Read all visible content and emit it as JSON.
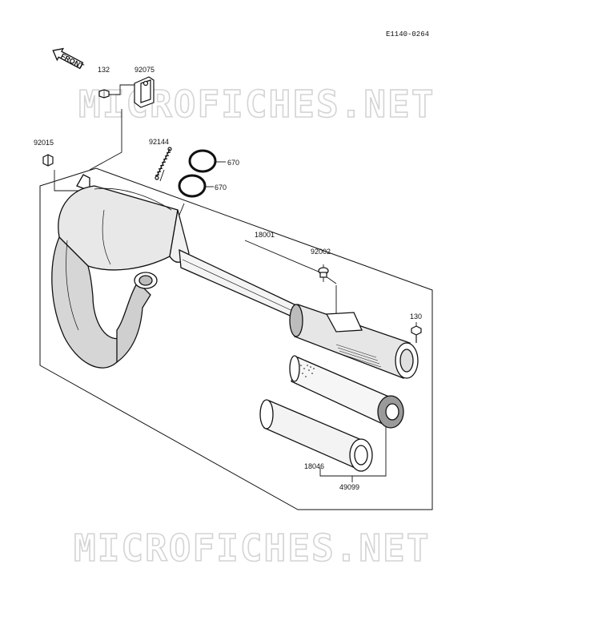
{
  "diagram": {
    "code": "E1140-0264",
    "front_label": "FRONT",
    "watermark": "MICROFICHES.NET",
    "parts": [
      {
        "id": "132",
        "label": "132"
      },
      {
        "id": "92075",
        "label": "92075"
      },
      {
        "id": "92015",
        "label": "92015"
      },
      {
        "id": "92144",
        "label": "92144"
      },
      {
        "id": "670a",
        "label": "670"
      },
      {
        "id": "670b",
        "label": "670"
      },
      {
        "id": "18001",
        "label": "18001"
      },
      {
        "id": "92002",
        "label": "92002"
      },
      {
        "id": "130",
        "label": "130"
      },
      {
        "id": "18046",
        "label": "18046"
      },
      {
        "id": "49099",
        "label": "49099"
      }
    ]
  }
}
